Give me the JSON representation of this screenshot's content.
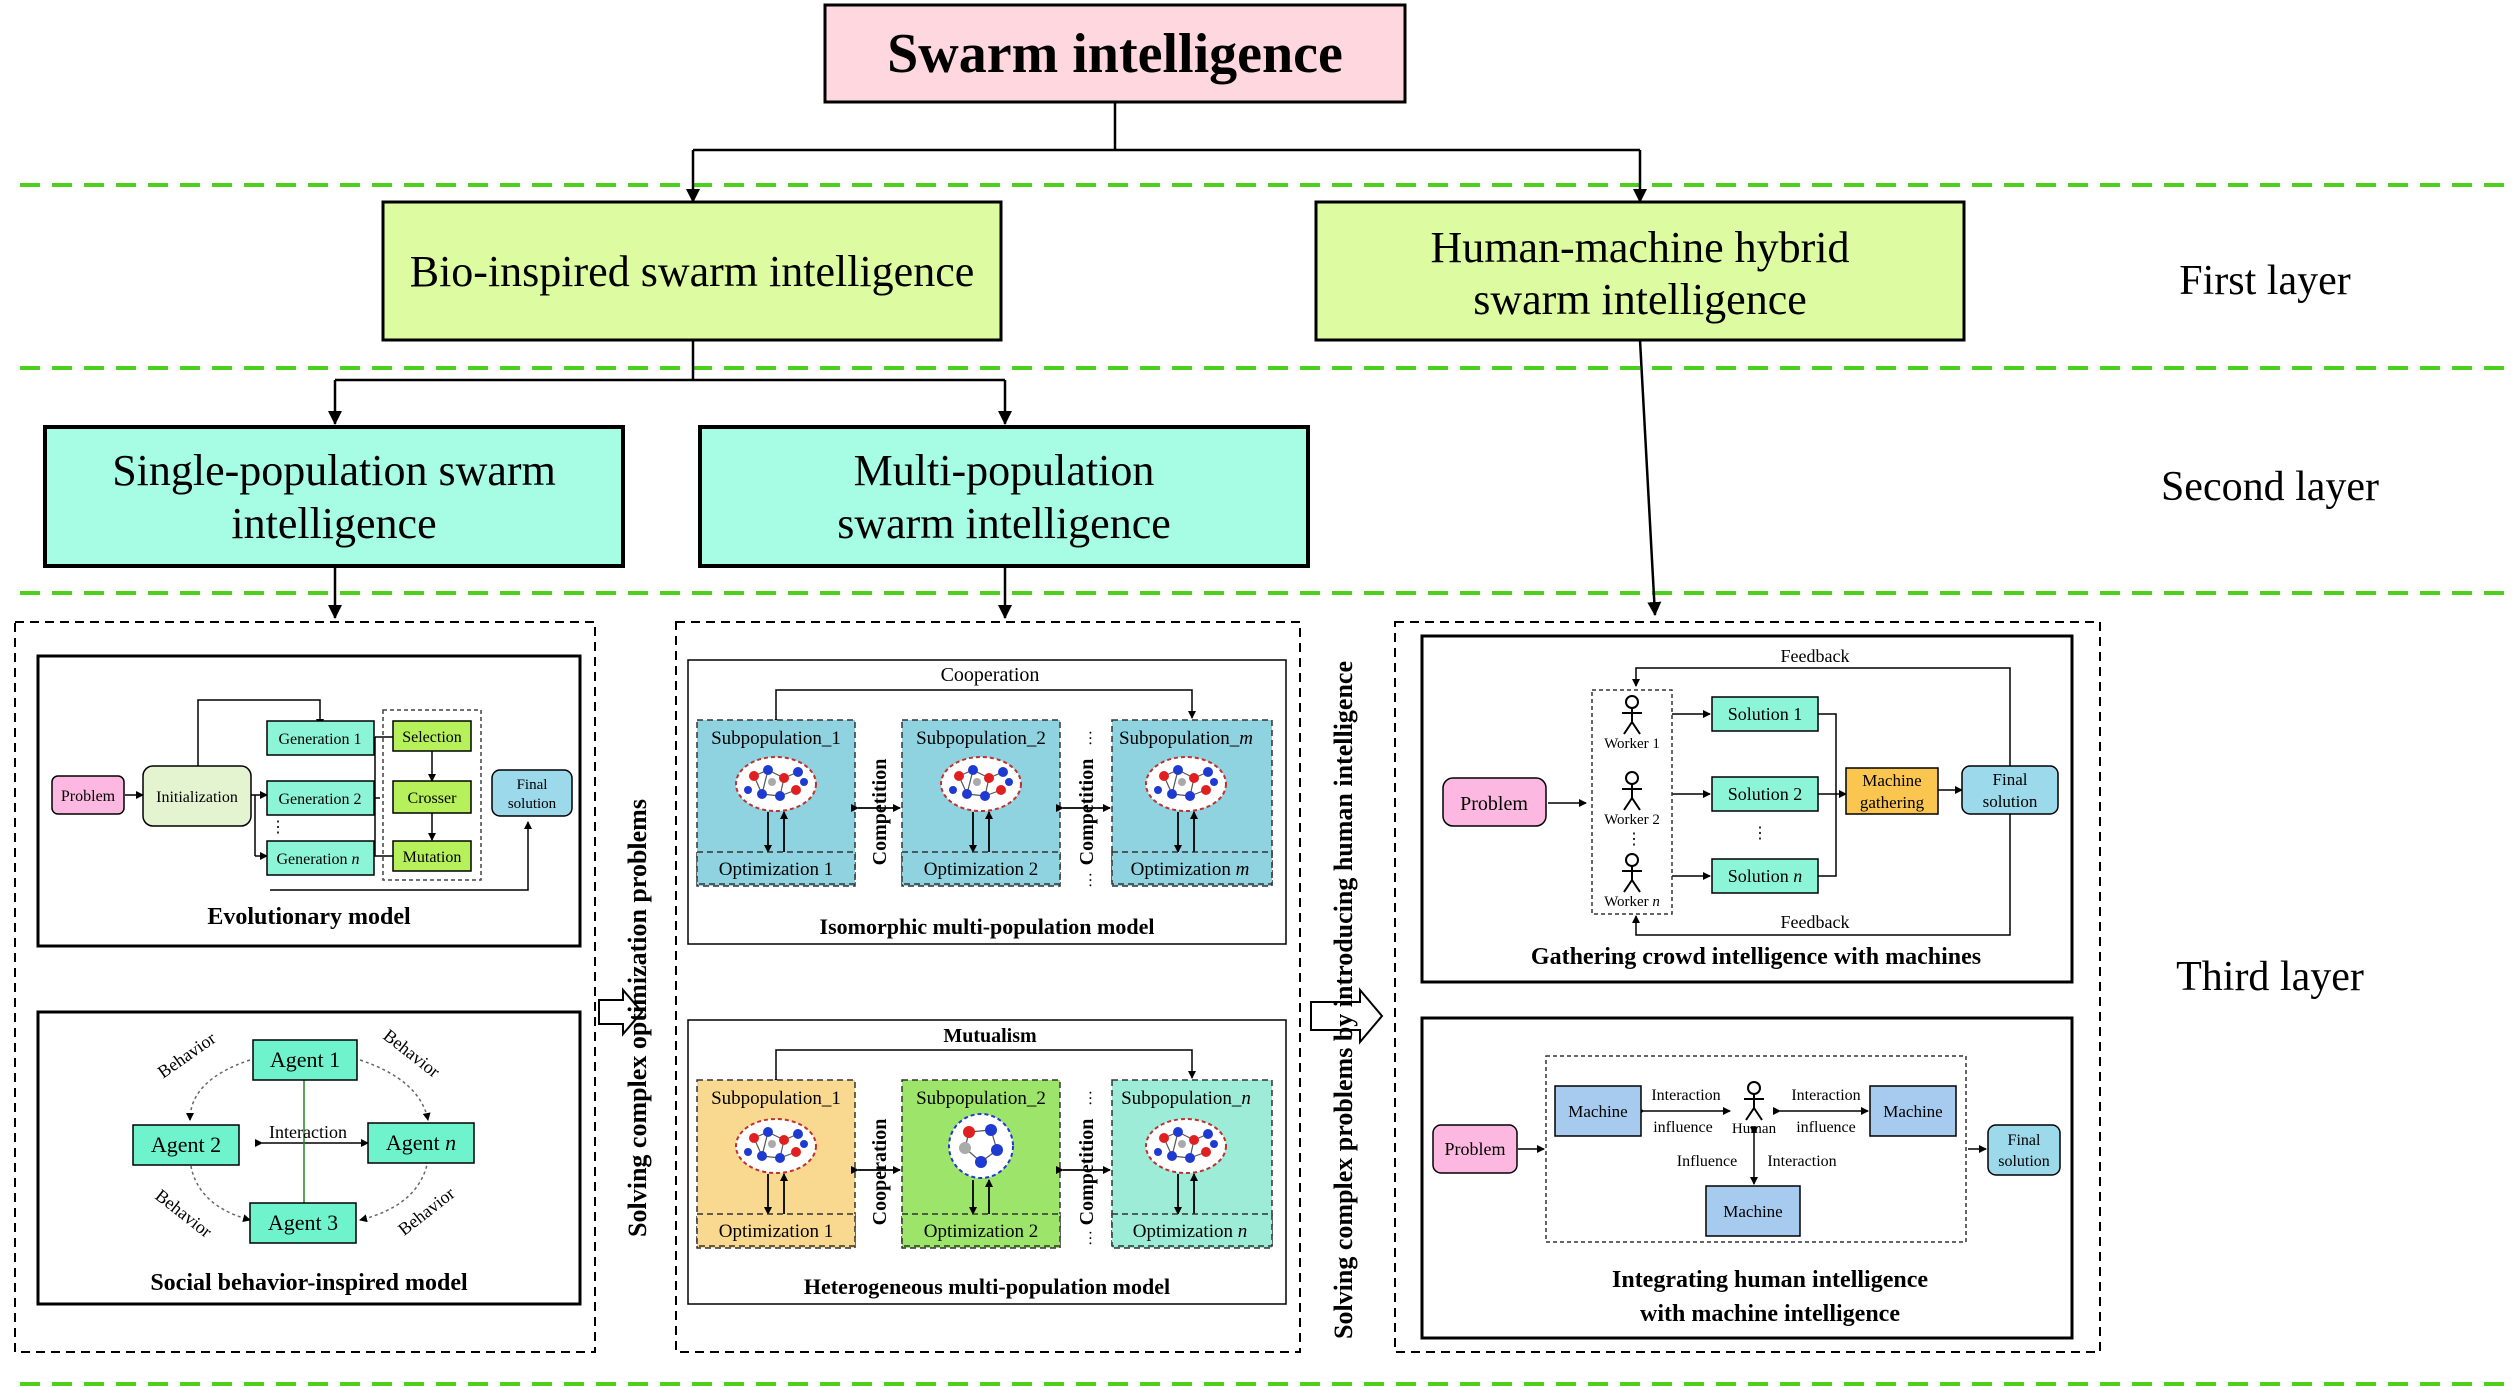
{
  "title": "Swarm intelligence",
  "layers": {
    "first": "First layer",
    "second": "Second layer",
    "third": "Third layer"
  },
  "nodes": {
    "bio": "Bio-inspired swarm intelligence",
    "hm": [
      "Human-machine hybrid",
      "swarm intelligence"
    ],
    "single": [
      "Single-population swarm",
      "intelligence"
    ],
    "multi": [
      "Multi-population",
      "swarm intelligence"
    ]
  },
  "side_labels": {
    "left": "Solving complex optimization problems",
    "right": "Solving complex problems by introducing human intelligence"
  },
  "evolutionary": {
    "caption": "Evolutionary model",
    "problem": "Problem",
    "initialization": "Initialization",
    "gen1": "Generation 1",
    "gen2": "Generation 2",
    "genn_prefix": "Generation ",
    "genn_suffix": "n",
    "selection": "Selection",
    "crosser": "Crosser",
    "mutation": "Mutation",
    "final": [
      "Final",
      "solution"
    ],
    "dots": "⋮"
  },
  "social": {
    "caption": "Social behavior-inspired model",
    "agent1": "Agent 1",
    "agent2": "Agent 2",
    "agent3": "Agent 3",
    "agentn_prefix": "Agent ",
    "agentn_suffix": "n",
    "interaction": "Interaction",
    "behavior": "Behavior"
  },
  "isomorphic": {
    "caption": "Isomorphic multi-population model",
    "top": "Cooperation",
    "between": "Competition",
    "sub1": "Subpopulation_1",
    "sub2": "Subpopulation_2",
    "subm_prefix": "Subpopulation_",
    "subm_suffix": "m",
    "opt1": "Optimization 1",
    "opt2": "Optimization 2",
    "optm_prefix": "Optimization ",
    "optm_suffix": "m",
    "dots": "···"
  },
  "heterogeneous": {
    "caption": "Heterogeneous multi-population model",
    "top": "Mutualism",
    "between1": "Cooperation",
    "between2": "Competition",
    "sub1": "Subpopulation_1",
    "sub2": "Subpopulation_2",
    "subn_prefix": "Subpopulation_",
    "subn_suffix": "n",
    "opt1": "Optimization 1",
    "opt2": "Optimization 2",
    "optn_prefix": "Optimization ",
    "optn_suffix": "n",
    "dots": "···"
  },
  "gathering": {
    "caption": "Gathering crowd intelligence with machines",
    "feedback": "Feedback",
    "problem": "Problem",
    "worker1": "Worker 1",
    "worker2": "Worker 2",
    "workern_prefix": "Worker ",
    "workern_suffix": "n",
    "sol1": "Solution 1",
    "sol2": "Solution 2",
    "soln_prefix": "Solution ",
    "soln_suffix": "n",
    "machine_gathering": [
      "Machine",
      "gathering"
    ],
    "final": [
      "Final",
      "solution"
    ],
    "dots": "⋮"
  },
  "integrating": {
    "caption": [
      "Integrating human intelligence",
      "with machine intelligence"
    ],
    "problem": "Problem",
    "machine": "Machine",
    "human": "Human",
    "interaction": "Interaction",
    "influence_lower": "influence",
    "influence": "Influence",
    "final": [
      "Final",
      "solution"
    ]
  },
  "colors": {
    "pink": "#ffd8df",
    "green": "#ddfba0",
    "mint": "#a6fde4",
    "gen_box": "#8cf5d8",
    "gene_op": "#b6f05a",
    "init_box": "#e4f3d0",
    "problem_box": "#fcb8e0",
    "final_box": "#9cd9ea",
    "iso_sub": "#8fd2e0",
    "het_sub1": "#f9d98f",
    "het_sub2": "#9de46b",
    "het_subn": "#9cecd7",
    "machine_gathering": "#fbc64f",
    "machine": "#a7cbef",
    "dash_green": "#4ecf1c"
  }
}
